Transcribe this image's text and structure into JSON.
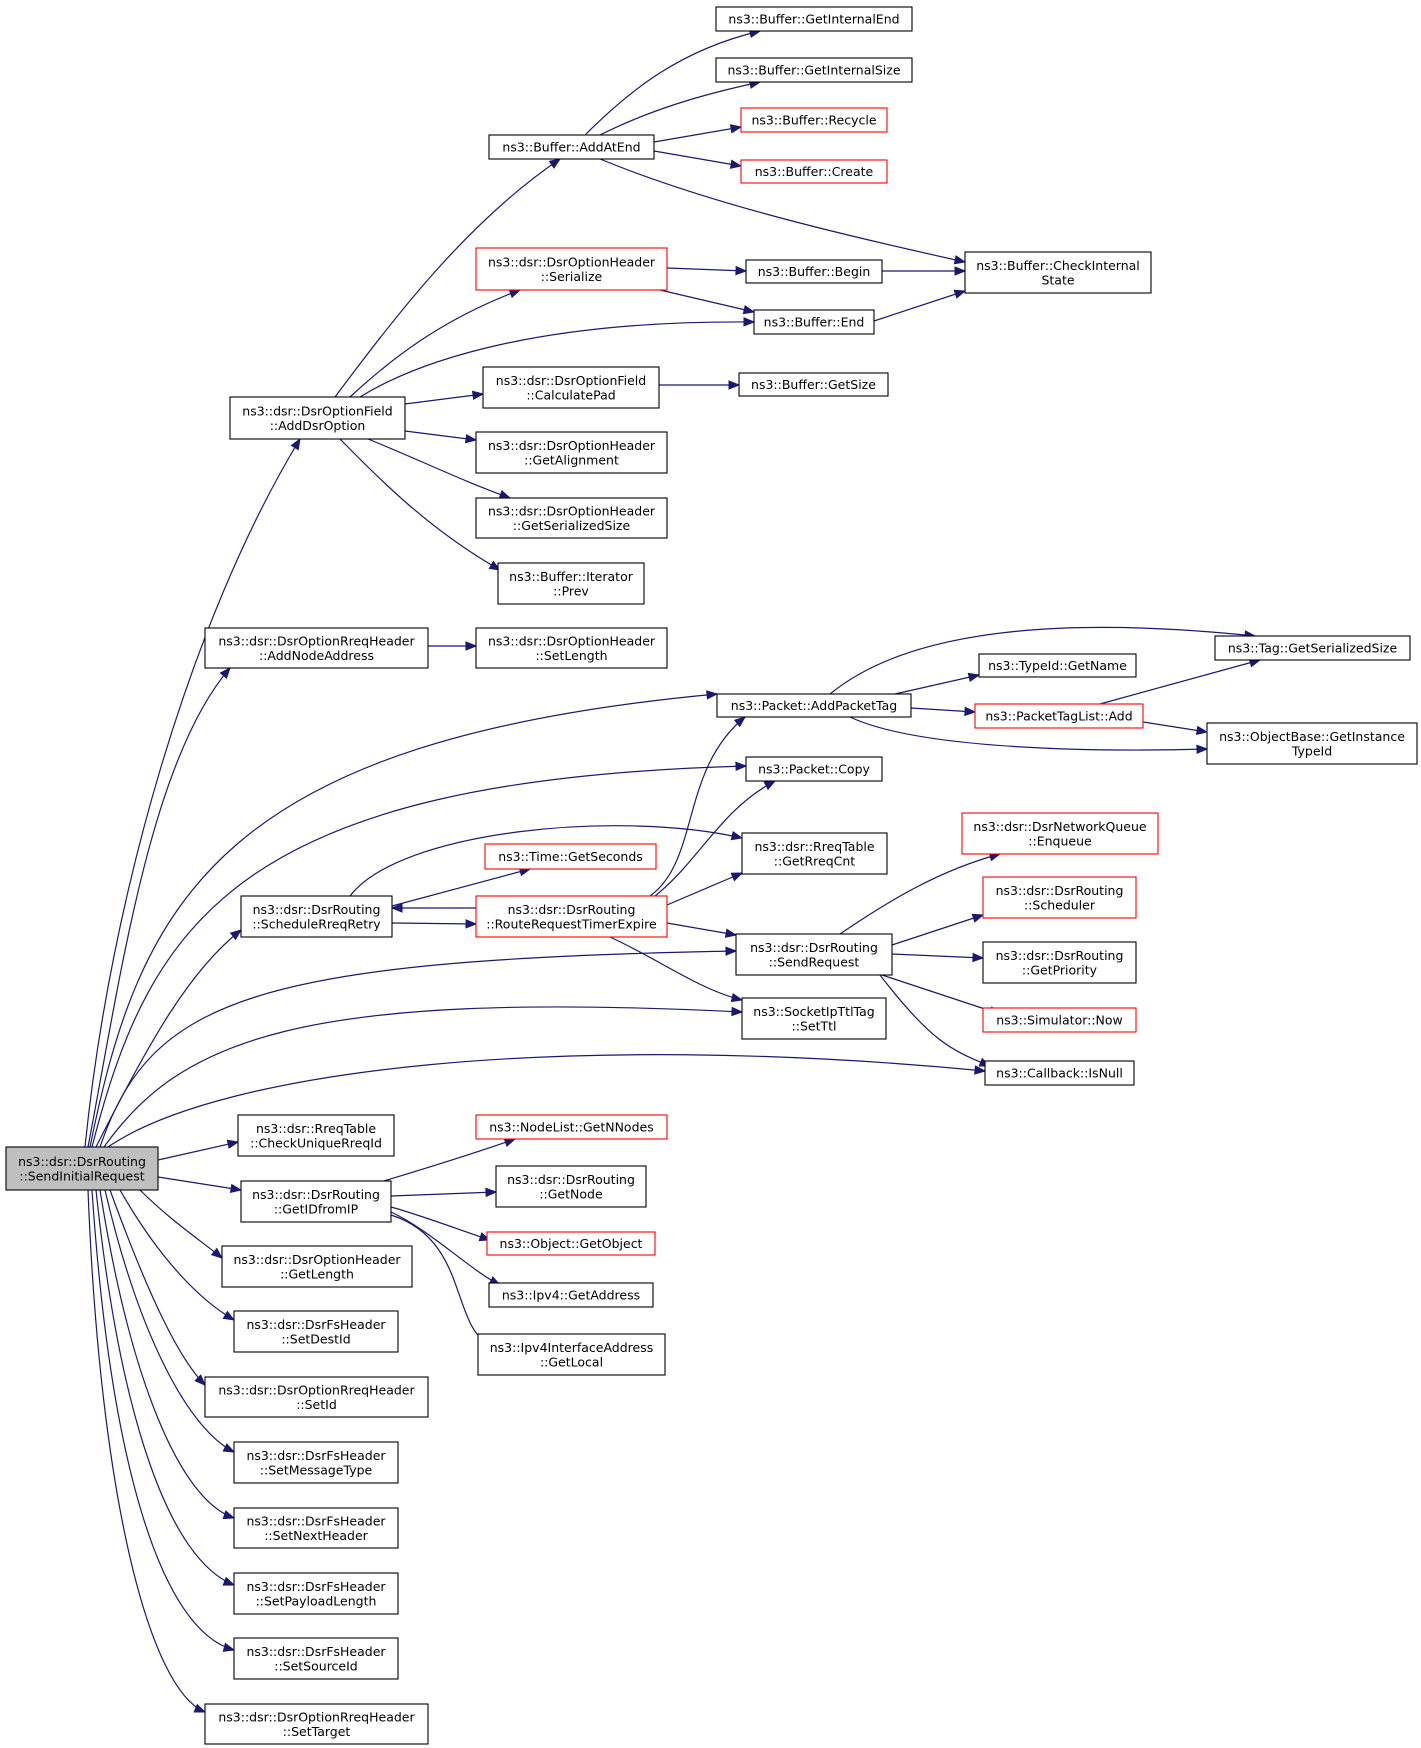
{
  "graph": {
    "colors": {
      "edge": "#191970",
      "node_border": "#000000",
      "truncated_border": "#ff0000",
      "root_fill": "#bfbfbf"
    },
    "nodes": [
      {
        "id": "root",
        "label": [
          "ns3::dsr::DsrRouting",
          "::SendInitialRequest"
        ],
        "style": "root"
      },
      {
        "id": "addDsrOption",
        "label": [
          "ns3::dsr::DsrOptionField",
          "::AddDsrOption"
        ],
        "style": "normal"
      },
      {
        "id": "addNodeAddress",
        "label": [
          "ns3::dsr::DsrOptionRreqHeader",
          "::AddNodeAddress"
        ],
        "style": "normal"
      },
      {
        "id": "scheduleRreqRetry",
        "label": [
          "ns3::dsr::DsrRouting",
          "::ScheduleRreqRetry"
        ],
        "style": "normal"
      },
      {
        "id": "checkUniqueRreqId",
        "label": [
          "ns3::dsr::RreqTable",
          "::CheckUniqueRreqId"
        ],
        "style": "normal"
      },
      {
        "id": "getIDfromIP",
        "label": [
          "ns3::dsr::DsrRouting",
          "::GetIDfromIP"
        ],
        "style": "normal"
      },
      {
        "id": "getLength",
        "label": [
          "ns3::dsr::DsrOptionHeader",
          "::GetLength"
        ],
        "style": "normal"
      },
      {
        "id": "setDestId",
        "label": [
          "ns3::dsr::DsrFsHeader",
          "::SetDestId"
        ],
        "style": "normal"
      },
      {
        "id": "setId",
        "label": [
          "ns3::dsr::DsrOptionRreqHeader",
          "::SetId"
        ],
        "style": "normal"
      },
      {
        "id": "setMessageType",
        "label": [
          "ns3::dsr::DsrFsHeader",
          "::SetMessageType"
        ],
        "style": "normal"
      },
      {
        "id": "setNextHeader",
        "label": [
          "ns3::dsr::DsrFsHeader",
          "::SetNextHeader"
        ],
        "style": "normal"
      },
      {
        "id": "setPayloadLength",
        "label": [
          "ns3::dsr::DsrFsHeader",
          "::SetPayloadLength"
        ],
        "style": "normal"
      },
      {
        "id": "setSourceId",
        "label": [
          "ns3::dsr::DsrFsHeader",
          "::SetSourceId"
        ],
        "style": "normal"
      },
      {
        "id": "setTarget",
        "label": [
          "ns3::dsr::DsrOptionRreqHeader",
          "::SetTarget"
        ],
        "style": "normal"
      },
      {
        "id": "addAtEnd",
        "label": [
          "ns3::Buffer::AddAtEnd"
        ],
        "style": "normal"
      },
      {
        "id": "serialize",
        "label": [
          "ns3::dsr::DsrOptionHeader",
          "::Serialize"
        ],
        "style": "red"
      },
      {
        "id": "calculatePad",
        "label": [
          "ns3::dsr::DsrOptionField",
          "::CalculatePad"
        ],
        "style": "normal"
      },
      {
        "id": "getAlignment",
        "label": [
          "ns3::dsr::DsrOptionHeader",
          "::GetAlignment"
        ],
        "style": "normal"
      },
      {
        "id": "getSerializedSize",
        "label": [
          "ns3::dsr::DsrOptionHeader",
          "::GetSerializedSize"
        ],
        "style": "normal"
      },
      {
        "id": "iteratorPrev",
        "label": [
          "ns3::Buffer::Iterator",
          "::Prev"
        ],
        "style": "normal"
      },
      {
        "id": "setLength",
        "label": [
          "ns3::dsr::DsrOptionHeader",
          "::SetLength"
        ],
        "style": "normal"
      },
      {
        "id": "timeGetSeconds",
        "label": [
          "ns3::Time::GetSeconds"
        ],
        "style": "red"
      },
      {
        "id": "routeRequestTimerExpire",
        "label": [
          "ns3::dsr::DsrRouting",
          "::RouteRequestTimerExpire"
        ],
        "style": "red"
      },
      {
        "id": "getNNodes",
        "label": [
          "ns3::NodeList::GetNNodes"
        ],
        "style": "red"
      },
      {
        "id": "getNode",
        "label": [
          "ns3::dsr::DsrRouting",
          "::GetNode"
        ],
        "style": "normal"
      },
      {
        "id": "getObject",
        "label": [
          "ns3::Object::GetObject"
        ],
        "style": "red"
      },
      {
        "id": "ipv4GetAddress",
        "label": [
          "ns3::Ipv4::GetAddress"
        ],
        "style": "normal"
      },
      {
        "id": "ifaceGetLocal",
        "label": [
          "ns3::Ipv4InterfaceAddress",
          "::GetLocal"
        ],
        "style": "normal"
      },
      {
        "id": "getInternalEnd",
        "label": [
          "ns3::Buffer::GetInternalEnd"
        ],
        "style": "normal"
      },
      {
        "id": "getInternalSize",
        "label": [
          "ns3::Buffer::GetInternalSize"
        ],
        "style": "normal"
      },
      {
        "id": "recycle",
        "label": [
          "ns3::Buffer::Recycle"
        ],
        "style": "red"
      },
      {
        "id": "create",
        "label": [
          "ns3::Buffer::Create"
        ],
        "style": "red"
      },
      {
        "id": "begin",
        "label": [
          "ns3::Buffer::Begin"
        ],
        "style": "normal"
      },
      {
        "id": "end",
        "label": [
          "ns3::Buffer::End"
        ],
        "style": "normal"
      },
      {
        "id": "getSize",
        "label": [
          "ns3::Buffer::GetSize"
        ],
        "style": "normal"
      },
      {
        "id": "addPacketTag",
        "label": [
          "ns3::Packet::AddPacketTag"
        ],
        "style": "normal"
      },
      {
        "id": "packetCopy",
        "label": [
          "ns3::Packet::Copy"
        ],
        "style": "normal"
      },
      {
        "id": "getRreqCnt",
        "label": [
          "ns3::dsr::RreqTable",
          "::GetRreqCnt"
        ],
        "style": "normal"
      },
      {
        "id": "sendRequest",
        "label": [
          "ns3::dsr::DsrRouting",
          "::SendRequest"
        ],
        "style": "normal"
      },
      {
        "id": "setTtl",
        "label": [
          "ns3::SocketIpTtlTag",
          "::SetTtl"
        ],
        "style": "normal"
      },
      {
        "id": "checkInternalState",
        "label": [
          "ns3::Buffer::CheckInternal",
          "State"
        ],
        "style": "normal"
      },
      {
        "id": "typeIdGetName",
        "label": [
          "ns3::TypeId::GetName"
        ],
        "style": "normal"
      },
      {
        "id": "packetTagListAdd",
        "label": [
          "ns3::PacketTagList::Add"
        ],
        "style": "red"
      },
      {
        "id": "enqueue",
        "label": [
          "ns3::dsr::DsrNetworkQueue",
          "::Enqueue"
        ],
        "style": "red"
      },
      {
        "id": "scheduler",
        "label": [
          "ns3::dsr::DsrRouting",
          "::Scheduler"
        ],
        "style": "red"
      },
      {
        "id": "getPriority",
        "label": [
          "ns3::dsr::DsrRouting",
          "::GetPriority"
        ],
        "style": "normal"
      },
      {
        "id": "simulatorNow",
        "label": [
          "ns3::Simulator::Now"
        ],
        "style": "red"
      },
      {
        "id": "callbackIsNull",
        "label": [
          "ns3::Callback::IsNull"
        ],
        "style": "normal"
      },
      {
        "id": "tagGetSerializedSize",
        "label": [
          "ns3::Tag::GetSerializedSize"
        ],
        "style": "normal"
      },
      {
        "id": "getInstanceTypeId",
        "label": [
          "ns3::ObjectBase::GetInstance",
          "TypeId"
        ],
        "style": "normal"
      }
    ],
    "edges": [
      [
        "root",
        "addDsrOption"
      ],
      [
        "root",
        "addNodeAddress"
      ],
      [
        "root",
        "addPacketTag"
      ],
      [
        "root",
        "packetCopy"
      ],
      [
        "root",
        "scheduleRreqRetry"
      ],
      [
        "root",
        "sendRequest"
      ],
      [
        "root",
        "setTtl"
      ],
      [
        "root",
        "callbackIsNull"
      ],
      [
        "root",
        "checkUniqueRreqId"
      ],
      [
        "root",
        "getIDfromIP"
      ],
      [
        "root",
        "getLength"
      ],
      [
        "root",
        "setDestId"
      ],
      [
        "root",
        "setId"
      ],
      [
        "root",
        "setMessageType"
      ],
      [
        "root",
        "setNextHeader"
      ],
      [
        "root",
        "setPayloadLength"
      ],
      [
        "root",
        "setSourceId"
      ],
      [
        "root",
        "setTarget"
      ],
      [
        "addDsrOption",
        "addAtEnd"
      ],
      [
        "addDsrOption",
        "serialize"
      ],
      [
        "addDsrOption",
        "end"
      ],
      [
        "addDsrOption",
        "calculatePad"
      ],
      [
        "addDsrOption",
        "getAlignment"
      ],
      [
        "addDsrOption",
        "getSerializedSize"
      ],
      [
        "addDsrOption",
        "iteratorPrev"
      ],
      [
        "addAtEnd",
        "getInternalEnd"
      ],
      [
        "addAtEnd",
        "getInternalSize"
      ],
      [
        "addAtEnd",
        "recycle"
      ],
      [
        "addAtEnd",
        "create"
      ],
      [
        "addAtEnd",
        "checkInternalState"
      ],
      [
        "serialize",
        "begin"
      ],
      [
        "serialize",
        "end"
      ],
      [
        "begin",
        "checkInternalState"
      ],
      [
        "end",
        "checkInternalState"
      ],
      [
        "calculatePad",
        "getSize"
      ],
      [
        "addNodeAddress",
        "setLength"
      ],
      [
        "addPacketTag",
        "tagGetSerializedSize"
      ],
      [
        "addPacketTag",
        "typeIdGetName"
      ],
      [
        "addPacketTag",
        "packetTagListAdd"
      ],
      [
        "addPacketTag",
        "getInstanceTypeId"
      ],
      [
        "packetTagListAdd",
        "tagGetSerializedSize"
      ],
      [
        "packetTagListAdd",
        "getInstanceTypeId"
      ],
      [
        "scheduleRreqRetry",
        "getRreqCnt"
      ],
      [
        "scheduleRreqRetry",
        "timeGetSeconds"
      ],
      [
        "scheduleRreqRetry",
        "routeRequestTimerExpire"
      ],
      [
        "routeRequestTimerExpire",
        "scheduleRreqRetry"
      ],
      [
        "routeRequestTimerExpire",
        "addPacketTag"
      ],
      [
        "routeRequestTimerExpire",
        "packetCopy"
      ],
      [
        "routeRequestTimerExpire",
        "getRreqCnt"
      ],
      [
        "routeRequestTimerExpire",
        "sendRequest"
      ],
      [
        "routeRequestTimerExpire",
        "setTtl"
      ],
      [
        "sendRequest",
        "enqueue"
      ],
      [
        "sendRequest",
        "scheduler"
      ],
      [
        "sendRequest",
        "getPriority"
      ],
      [
        "sendRequest",
        "simulatorNow"
      ],
      [
        "sendRequest",
        "callbackIsNull"
      ],
      [
        "getIDfromIP",
        "getNNodes"
      ],
      [
        "getIDfromIP",
        "getNode"
      ],
      [
        "getIDfromIP",
        "getObject"
      ],
      [
        "getIDfromIP",
        "ipv4GetAddress"
      ],
      [
        "getIDfromIP",
        "ifaceGetLocal"
      ]
    ]
  }
}
